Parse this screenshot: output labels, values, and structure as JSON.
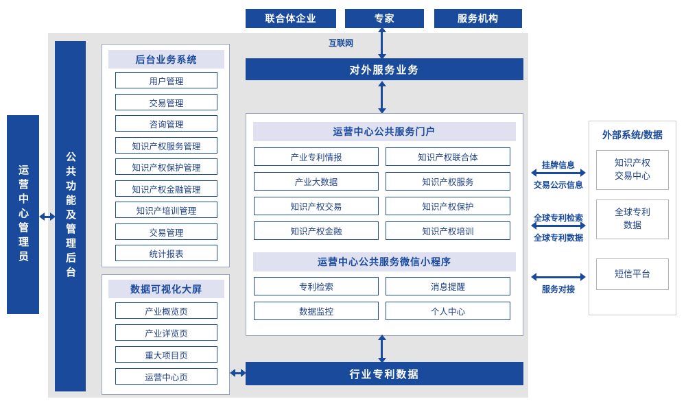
{
  "top_nodes": {
    "consortium": "联合体企业",
    "expert": "专家",
    "service_org": "服务机构"
  },
  "labels": {
    "internet": "互联网",
    "listing_info": "挂牌信息",
    "trade_publicity": "交易公示信息",
    "global_patent_search": "全球专利检索",
    "global_patent_data": "全球专利数据",
    "service_connect": "服务对接"
  },
  "bars": {
    "external_service": "对外服务业务",
    "industry_patent_data": "行业专利数据",
    "admin": "运营中心管理员",
    "public_mgmt": "公共功能及管理后台"
  },
  "backend_panel": {
    "title": "后台业务系统",
    "items": [
      "用户管理",
      "交易管理",
      "咨询管理",
      "知识产权服务管理",
      "知识产权保护管理",
      "知识产权金融管理",
      "知识产培训管理",
      "交易管理",
      "统计报表"
    ]
  },
  "viz_panel": {
    "title": "数据可视化大屏",
    "items": [
      "产业概览页",
      "产业详览页",
      "重大项目页",
      "运营中心页"
    ]
  },
  "portal_panel": {
    "title": "运营中心公共服务门户",
    "items": [
      "产业专利情报",
      "知识产权联合体",
      "产业大数据",
      "知识产权服务",
      "知识产权交易",
      "知识产权保护",
      "知识产权金融",
      "知识产权培训"
    ]
  },
  "miniprogram_panel": {
    "title": "运营中心公共服务微信小程序",
    "items": [
      "专利检索",
      "消息提醒",
      "数据监控",
      "个人中心"
    ]
  },
  "external_panel": {
    "title": "外部系统/数据",
    "items": [
      {
        "l1": "知识产权",
        "l2": "交易中心"
      },
      {
        "l1": "全球专利",
        "l2": "数据"
      },
      {
        "l1": "短信平台"
      }
    ]
  },
  "colors": {
    "primary_blue": "#1a4a9c",
    "panel_header_lavender": "#dfe1f1",
    "background_gray": "#e4e4e4"
  }
}
